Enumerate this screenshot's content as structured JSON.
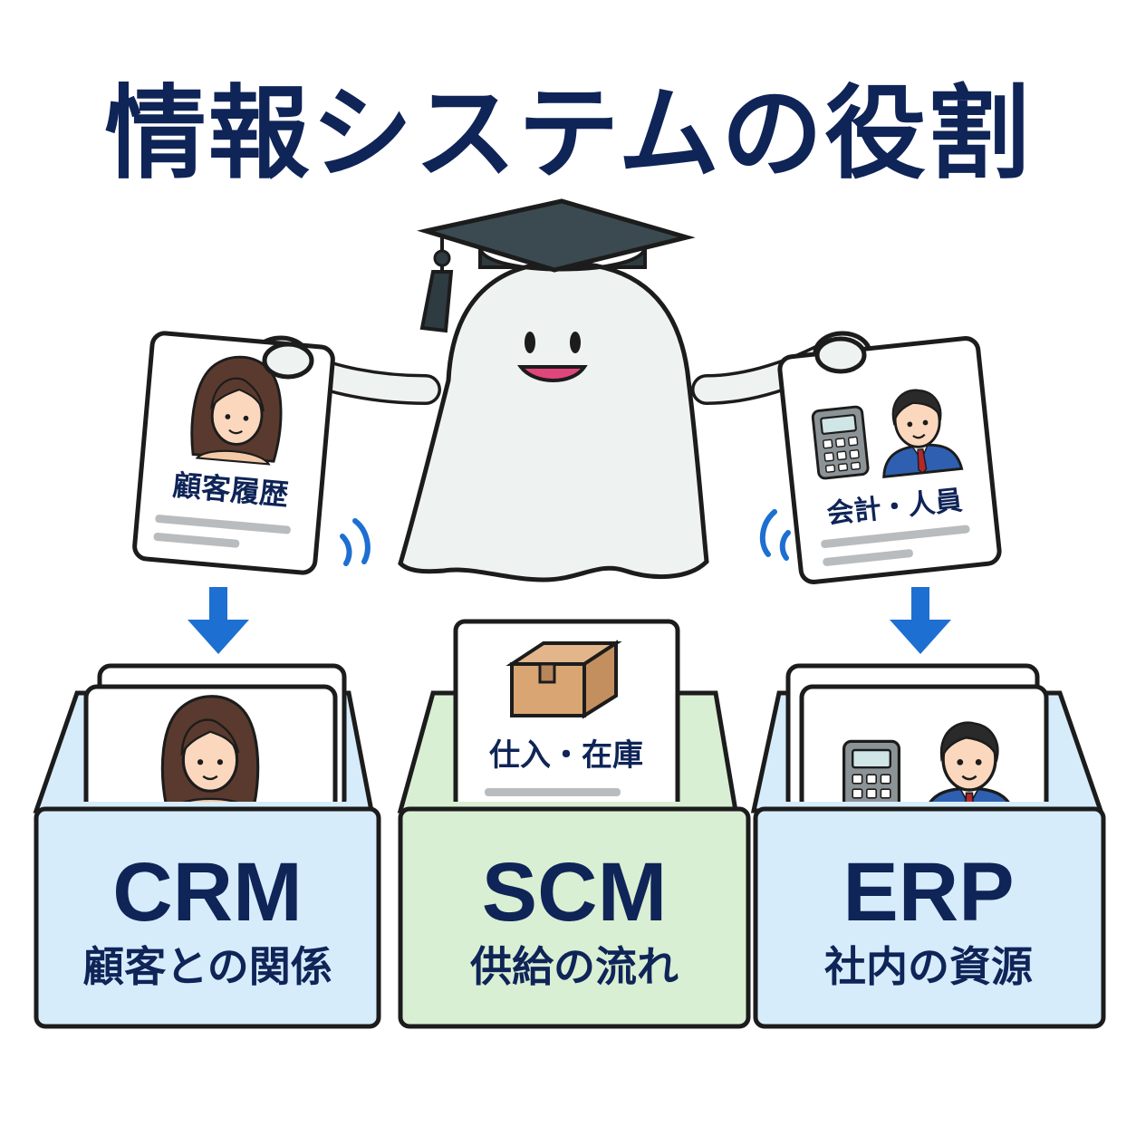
{
  "title": "情報システムの役割",
  "cards": {
    "left": "顧客履歴",
    "right": "会計・人員"
  },
  "bins": [
    {
      "code": "CRM",
      "sub": "顧客との関係",
      "card_label": "",
      "color": "#d6ecfb"
    },
    {
      "code": "SCM",
      "sub": "供給の流れ",
      "card_label": "仕入・在庫",
      "color": "#d9efd3"
    },
    {
      "code": "ERP",
      "sub": "社内の資源",
      "card_label": "",
      "color": "#d6ecfb"
    }
  ],
  "colors": {
    "title": "#0f2457",
    "outline": "#1c1c1c",
    "arrow": "#1d6fd1",
    "ghost": "#eef3f1",
    "cap": "#2e3b40"
  },
  "icons": [
    "graduation-cap-icon",
    "ghost-mascot",
    "woman-avatar-icon",
    "man-avatar-icon",
    "calculator-icon",
    "cardboard-box-icon",
    "down-arrow-icon",
    "motion-wave-icon"
  ]
}
